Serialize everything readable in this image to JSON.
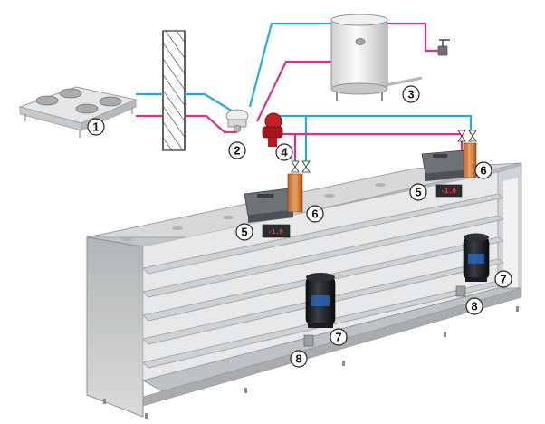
{
  "colors": {
    "supply_pipe": "#29a9df",
    "return_pipe": "#d6338a",
    "background": "#ffffff",
    "cabinet": "#c9ccce",
    "compressor": "#1c1f24"
  },
  "callouts": [
    {
      "id": "1",
      "label": "1",
      "component": "dry-cooler"
    },
    {
      "id": "2",
      "label": "2",
      "component": "three-way-valve"
    },
    {
      "id": "3",
      "label": "3",
      "component": "buffer-tank"
    },
    {
      "id": "4",
      "label": "4",
      "component": "circulation-pump"
    },
    {
      "id": "5a",
      "label": "5",
      "component": "controller"
    },
    {
      "id": "5b",
      "label": "5",
      "component": "controller"
    },
    {
      "id": "6a",
      "label": "6",
      "component": "plate-heat-exchanger"
    },
    {
      "id": "6b",
      "label": "6",
      "component": "plate-heat-exchanger"
    },
    {
      "id": "7a",
      "label": "7",
      "component": "compressor"
    },
    {
      "id": "7b",
      "label": "7",
      "component": "compressor"
    },
    {
      "id": "8a",
      "label": "8",
      "component": "expansion-valve"
    },
    {
      "id": "8b",
      "label": "8",
      "component": "expansion-valve"
    }
  ],
  "icons": [
    "fan-icon",
    "valve-icon",
    "pump-icon",
    "tank-icon",
    "compressor-icon",
    "heat-exchanger-icon",
    "controller-icon",
    "wall-icon"
  ]
}
